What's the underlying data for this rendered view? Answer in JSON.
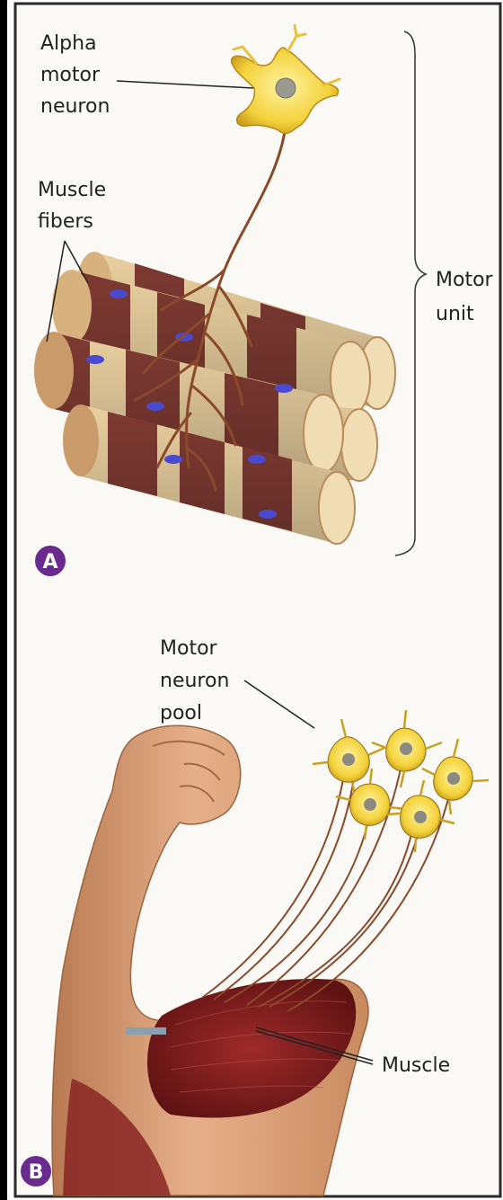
{
  "panel_a": {
    "badge": "A",
    "label_neuron": [
      "Alpha",
      "motor",
      "neuron"
    ],
    "label_fibers": [
      "Muscle",
      "fibers"
    ],
    "label_unit": [
      "Motor",
      "unit"
    ]
  },
  "panel_b": {
    "badge": "B",
    "label_pool": [
      "Motor",
      "neuron",
      "pool"
    ],
    "label_muscle": "Muscle"
  },
  "colors": {
    "border": "#000000",
    "frame": "#2a2a2a",
    "background": "#faf9f6",
    "neuron": "#f3d23a",
    "neuron_nucleus": "#9a9a92",
    "fiber_light": "#ead0a0",
    "fiber_dark": "#7e3a32",
    "fiber_nucleus": "#4a4ad0",
    "nerve": "#8a4a2a",
    "skin": "#d59b72",
    "muscle": "#7a1c1c",
    "badge": "#6a2a8e"
  }
}
